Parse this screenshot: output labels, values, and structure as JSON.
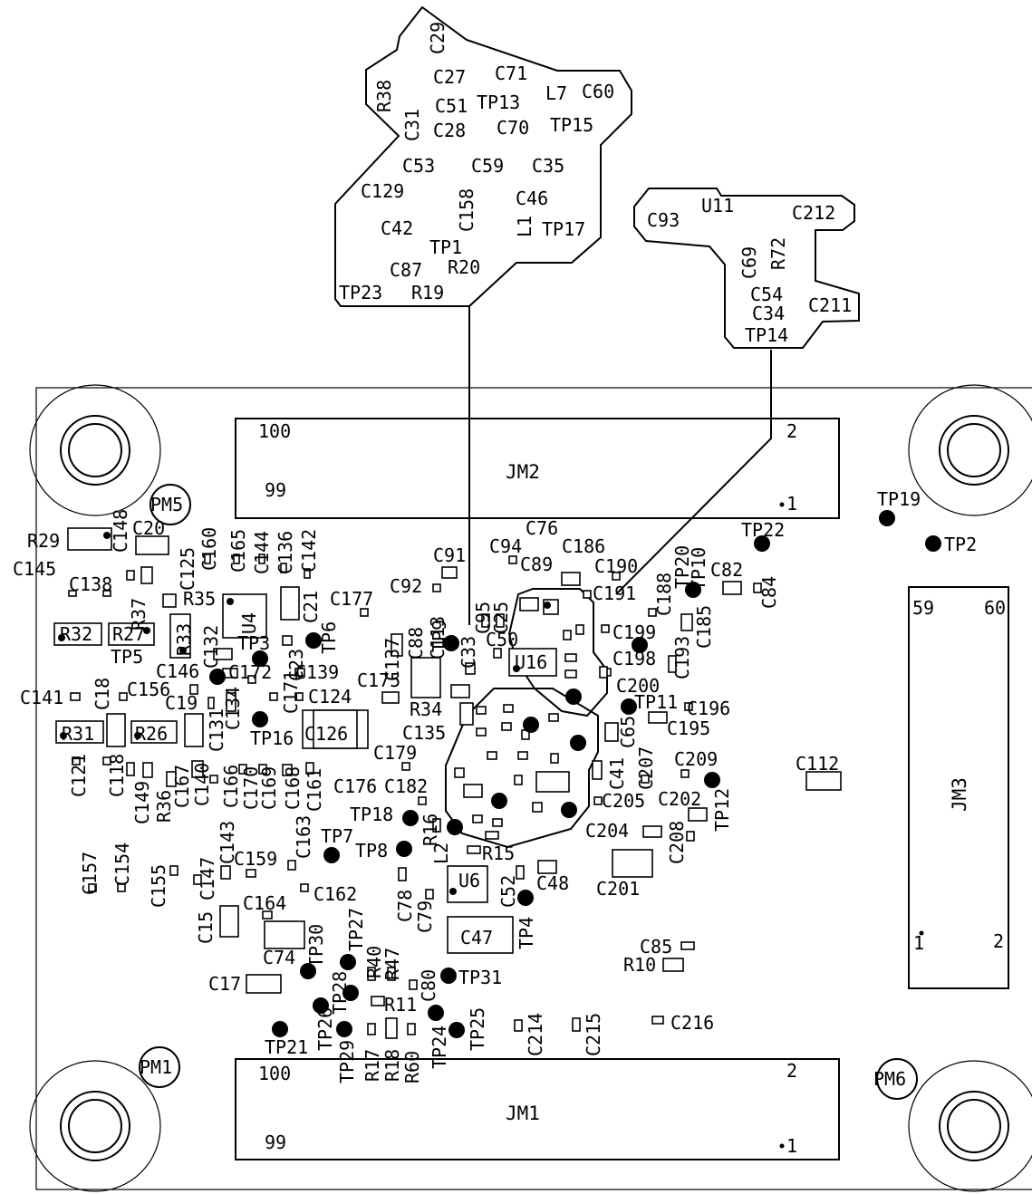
{
  "connectors": {
    "jm2": {
      "name": "JM2",
      "pin_a": "100",
      "pin_b": "99",
      "pin_c": "2",
      "pin_d": "1"
    },
    "jm1": {
      "name": "JM1",
      "pin_a": "100",
      "pin_b": "99",
      "pin_c": "2",
      "pin_d": "1"
    },
    "jm3": {
      "name": "JM3",
      "pin_a": "59",
      "pin_b": "60",
      "pin_c": "1",
      "pin_d": "2"
    }
  },
  "markers": [
    "PM5",
    "PM1",
    "PM6"
  ],
  "labels": [
    "C29",
    "R38",
    "C27",
    "C71",
    "C31",
    "C51",
    "TP13",
    "L7",
    "C60",
    "C28",
    "C70",
    "TP15",
    "C53",
    "C59",
    "C35",
    "C129",
    "C158",
    "C46",
    "C42",
    "L1",
    "TP17",
    "TP1",
    "C87",
    "R20",
    "TP23",
    "R19",
    "C93",
    "U11",
    "C212",
    "C69",
    "R72",
    "C54",
    "C211",
    "C34",
    "TP14",
    "TP19",
    "TP22",
    "TP2",
    "R29",
    "C148",
    "C20",
    "C160",
    "C165",
    "C144",
    "C136",
    "C142",
    "C145",
    "C138",
    "C125",
    "R37",
    "R35",
    "C132",
    "U4",
    "C21",
    "C177",
    "C91",
    "C94",
    "C76",
    "C186",
    "C95",
    "C25",
    "C89",
    "C190",
    "TP20",
    "TP10",
    "C82",
    "C84",
    "C92",
    "C113",
    "C191",
    "C188",
    "C185",
    "R32",
    "R27",
    "R33",
    "TP5",
    "TP3",
    "C23",
    "TP6",
    "C137",
    "C88",
    "TP9",
    "C33",
    "C50",
    "C199",
    "C193",
    "C146",
    "C172",
    "C139",
    "C175",
    "U16",
    "C198",
    "C141",
    "C18",
    "C156",
    "C19",
    "C134",
    "C171",
    "C124",
    "R34",
    "C200",
    "TP11",
    "C196",
    "R31",
    "R26",
    "C131",
    "TP16",
    "C126",
    "C135",
    "C65",
    "C195",
    "C179",
    "C207",
    "C209",
    "C112",
    "C121",
    "C118",
    "C149",
    "R36",
    "C167",
    "C140",
    "C166",
    "C170",
    "C169",
    "C168",
    "C161",
    "C176",
    "C182",
    "C41",
    "C205",
    "C202",
    "TP18",
    "TP12",
    "R16",
    "C143",
    "C204",
    "C208",
    "C157",
    "C154",
    "C155",
    "C147",
    "C159",
    "C163",
    "TP7",
    "TP8",
    "L2",
    "R15",
    "C15",
    "C164",
    "C162",
    "C78",
    "U6",
    "C52",
    "C48",
    "C201",
    "C79",
    "TP4",
    "C74",
    "TP30",
    "TP27",
    "C47",
    "R40",
    "R47",
    "C85",
    "R10",
    "C17",
    "TP28",
    "C80",
    "TP31",
    "R11",
    "TP26",
    "TP24",
    "TP25",
    "C214",
    "C215",
    "C216",
    "TP21",
    "TP29",
    "R17",
    "R18",
    "R60"
  ]
}
